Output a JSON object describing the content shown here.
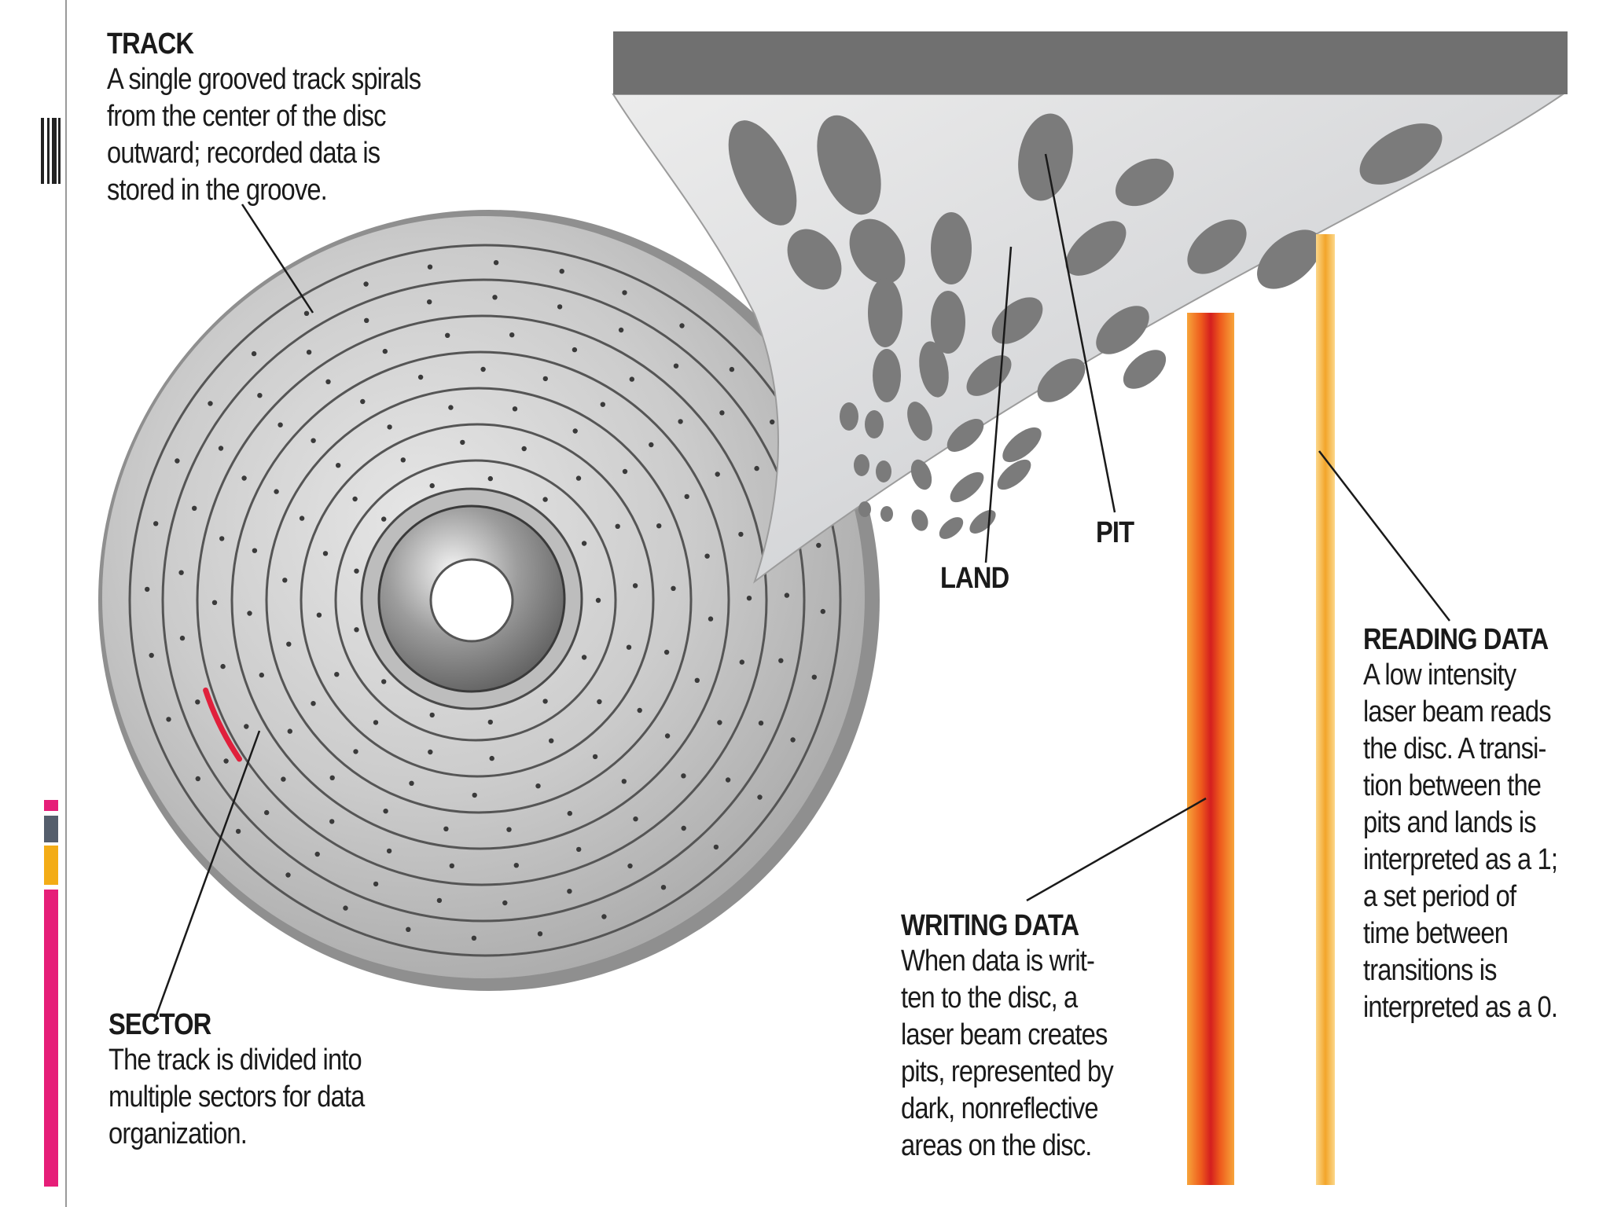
{
  "callouts": {
    "track": {
      "heading": "TRACK",
      "body": "A single grooved track spirals\nfrom the center of the disc\noutward; recorded data is\nstored in the groove."
    },
    "sector": {
      "heading": "SECTOR",
      "body": "The track is divided into\nmultiple sectors for data\norganization."
    },
    "writing": {
      "heading": "WRITING DATA",
      "body": "When data is writ-\nten to the disc, a\nlaser beam creates\npits, represented by\ndark, nonreflective\nareas on the disc."
    },
    "reading": {
      "heading": "READING DATA",
      "body": "A low intensity\nlaser beam reads\nthe disc. A transi-\ntion between the\npits and lands is\ninterpreted as a 1;\na set period of\ntime between\ntransitions is\ninterpreted as a 0."
    }
  },
  "labels": {
    "land": "LAND",
    "pit": "PIT"
  },
  "colors": {
    "disc_base": "#b9b9b9",
    "disc_rim": "#8f8f8f",
    "track_line": "#555555",
    "pit_fill": "#7b7b7b",
    "surface_top_bar": "#707070",
    "sector_highlight": "#e0203c",
    "writing_laser": "#e8461c",
    "reading_laser": "#f6b740",
    "accent_magenta": "#e61e78",
    "accent_amber": "#f3ac16",
    "accent_slate": "#555e6c"
  }
}
